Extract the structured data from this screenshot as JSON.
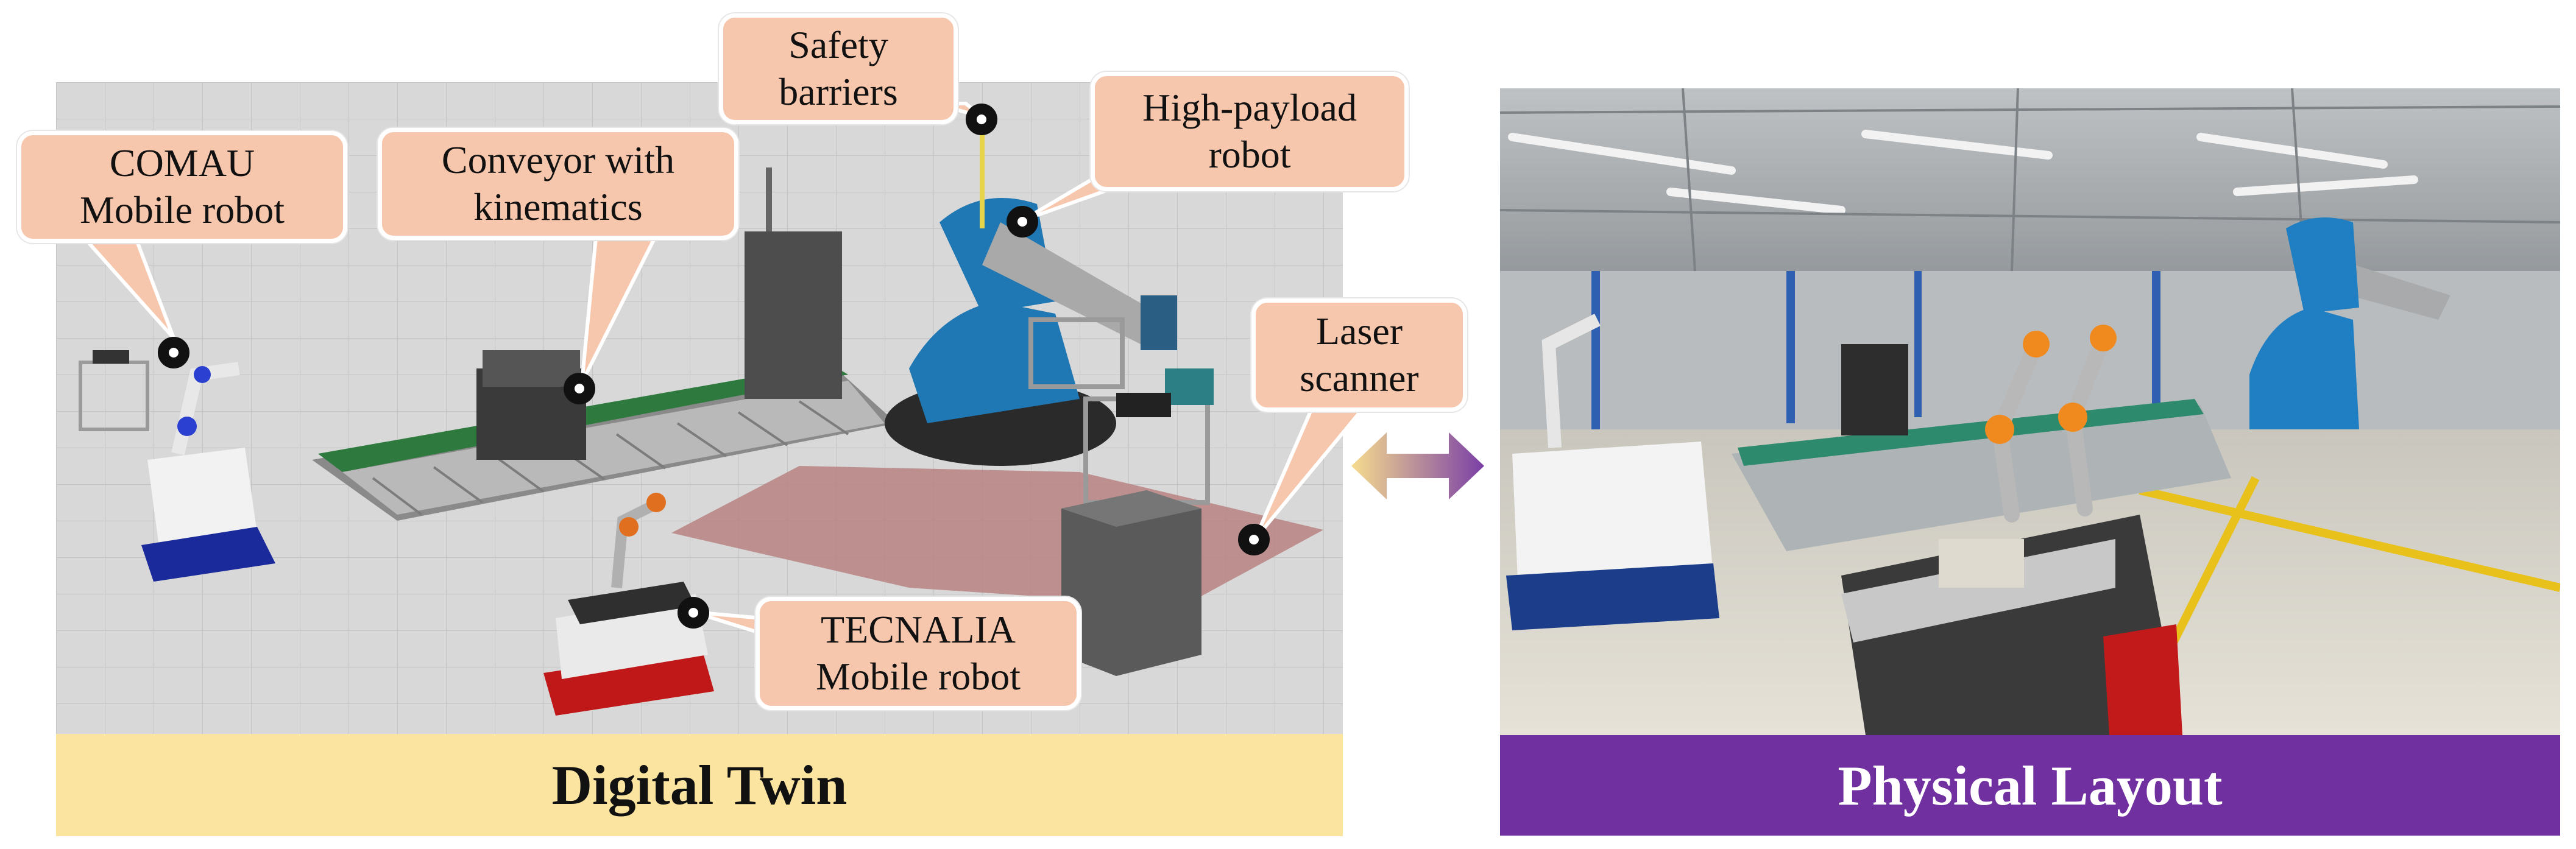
{
  "panels": {
    "left_title": "Digital Twin",
    "right_title": "Physical Layout"
  },
  "callouts": {
    "comau": "COMAU\nMobile robot",
    "conveyor": "Conveyor with\nkinematics",
    "safety": "Safety\nbarriers",
    "payload": "High-payload\nrobot",
    "laser": "Laser\nscanner",
    "tecnalia": "TECNALIA\nMobile robot"
  },
  "colors": {
    "callout_fill": "#f7c7ad",
    "left_bar": "#fbe3a0",
    "right_bar": "#7030a0",
    "arrow_left": "#f6dc8e",
    "arrow_right": "#7a3fa6"
  },
  "icons": {
    "arrow": "double-headed-arrow-icon"
  }
}
